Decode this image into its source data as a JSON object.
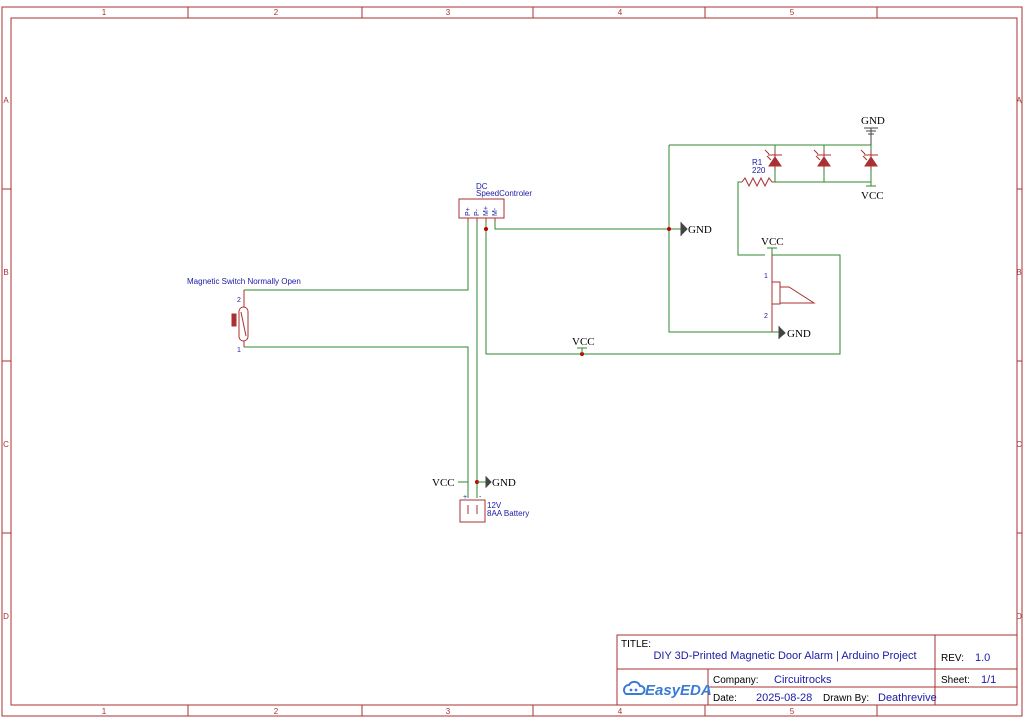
{
  "sheet": {
    "columns": [
      "1",
      "2",
      "3",
      "4",
      "5"
    ],
    "rows": [
      "A",
      "B",
      "C",
      "D"
    ]
  },
  "components": {
    "speed_controller": {
      "label_line1": "DC",
      "label_line2": "SpeedControler",
      "pins": [
        "P+",
        "P-",
        "M+",
        "M-"
      ]
    },
    "switch": {
      "label": "Magnetic Switch Normally Open",
      "pin1": "1",
      "pin2": "2"
    },
    "battery": {
      "label_line1": "12V",
      "label_line2": "8AA Battery",
      "pin_plus": "+",
      "pin_minus": "-"
    },
    "resistor": {
      "name": "R1",
      "value": "220"
    },
    "buzzer": {
      "pin1": "1",
      "pin2": "2"
    }
  },
  "nets": {
    "gnd": "GND",
    "vcc": "VCC"
  },
  "title_block": {
    "title_label": "TITLE:",
    "title": "DIY 3D-Printed Magnetic Door Alarm | Arduino Project",
    "rev_label": "REV:",
    "rev": "1.0",
    "company_label": "Company:",
    "company": "Circuitrocks",
    "sheet_label": "Sheet:",
    "sheet": "1/1",
    "date_label": "Date:",
    "date": "2025-08-28",
    "drawn_label": "Drawn By:",
    "drawn_by": "Deathrevive",
    "logo": "EasyEDA",
    "logo_icon": "cloud-icon"
  }
}
